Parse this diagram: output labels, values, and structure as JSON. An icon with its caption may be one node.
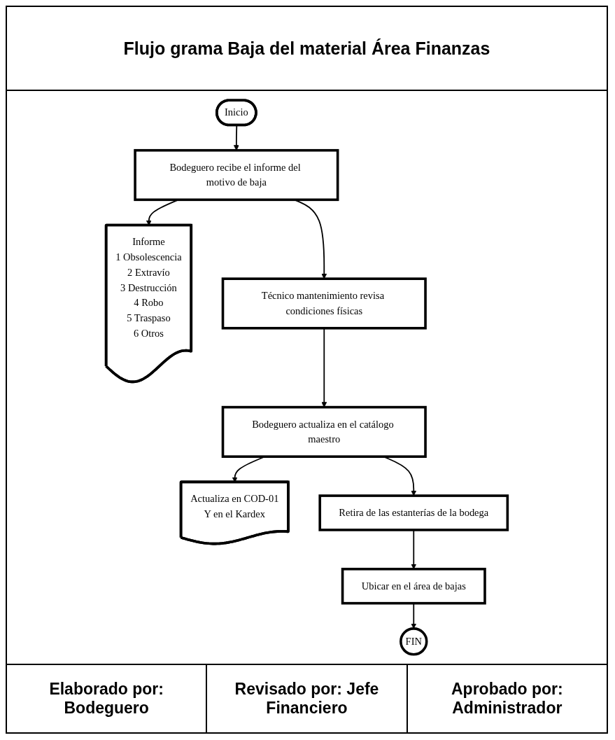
{
  "diagram": {
    "title": "Flujo grama Baja del material Área Finanzas",
    "nodes": [
      {
        "text": [
          "Inicio"
        ]
      },
      {
        "text": [
          "Bodeguero recibe el informe del motivo de baja"
        ]
      },
      {
        "text": [
          "Informe",
          "1 Obsolescencia",
          "2 Extravío",
          "3 Destrucción",
          "4 Robo",
          "5 Traspaso",
          "6 Otros"
        ]
      },
      {
        "text": [
          "Técnico mantenimiento revisa condiciones físicas"
        ]
      },
      {
        "text": [
          "Bodeguero actualiza en el catálogo maestro"
        ]
      },
      {
        "text": [
          "Actualiza en COD-01",
          "Y en el Kardex"
        ]
      },
      {
        "text": [
          "Retira de las estanterías de la bodega"
        ]
      },
      {
        "text": [
          "Ubicar en el área de bajas"
        ]
      },
      {
        "text": [
          "FIN"
        ]
      }
    ],
    "edges": [
      {
        "from": 0,
        "to": 1,
        "arrow": "to"
      },
      {
        "from": 1,
        "to": 2,
        "arrow": "to"
      },
      {
        "from": 1,
        "to": 3,
        "arrow": "to"
      },
      {
        "from": 3,
        "to": 4,
        "arrow": "to"
      },
      {
        "from": 4,
        "to": 5,
        "arrow": "to"
      },
      {
        "from": 4,
        "to": 6,
        "arrow": "to"
      },
      {
        "from": 6,
        "to": 7,
        "arrow": "to"
      },
      {
        "from": 7,
        "to": 8,
        "arrow": "to"
      }
    ],
    "labels": [
      "Elaborado por: Bodeguero",
      "Revisado por: Jefe Financiero",
      "Aprobado por: Administrador"
    ]
  }
}
